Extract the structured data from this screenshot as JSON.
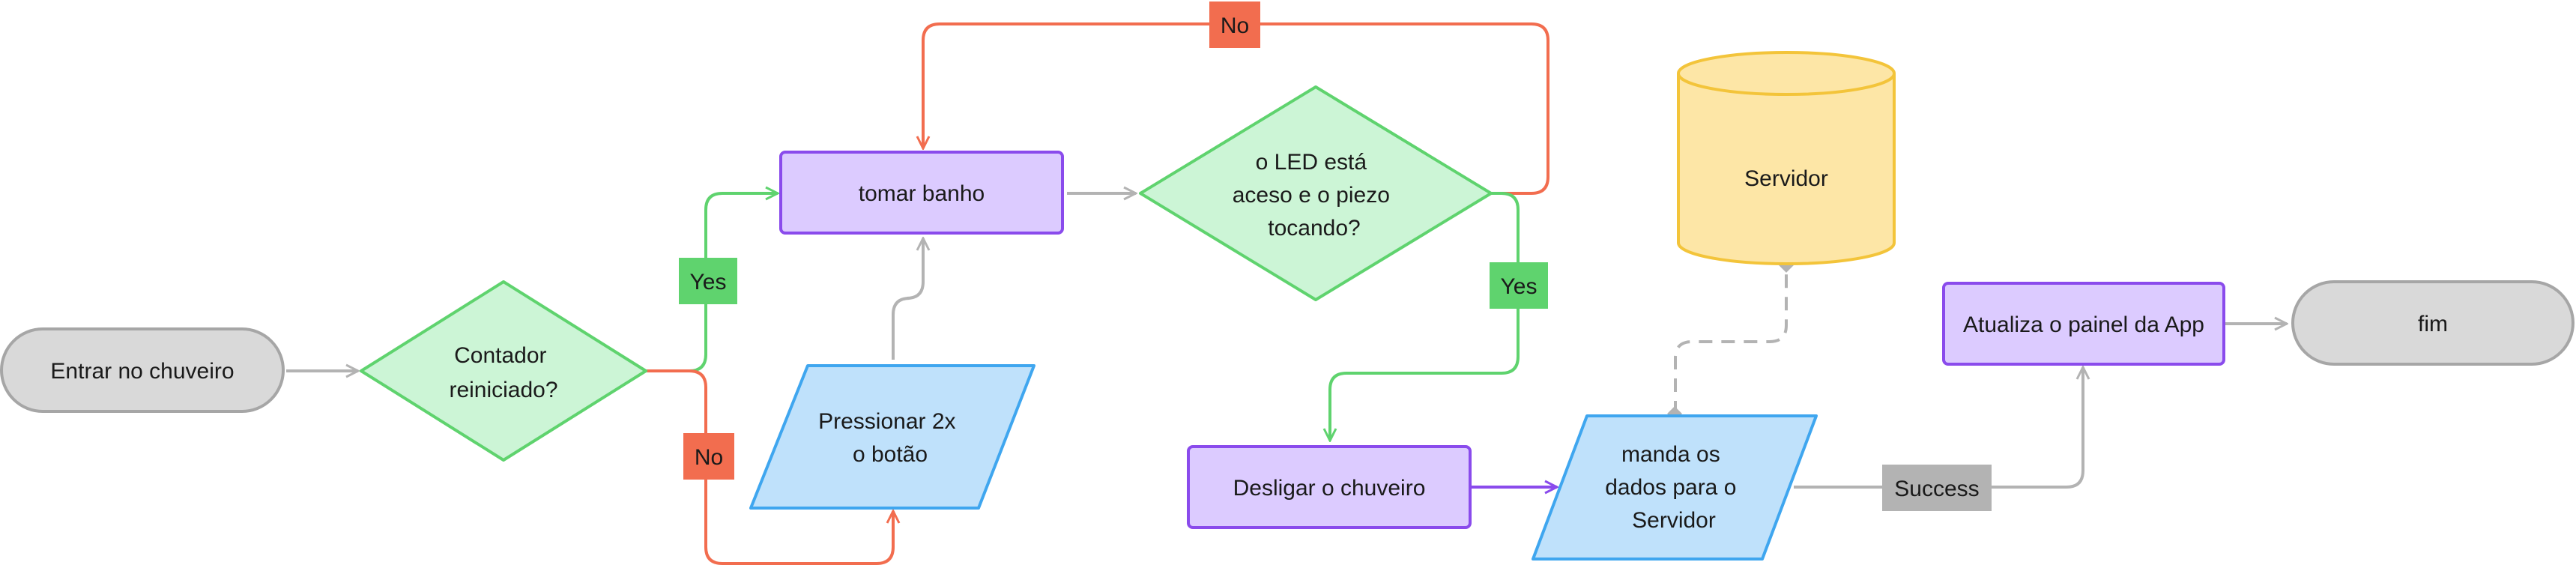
{
  "nodes": {
    "start": "Entrar no chuveiro",
    "decision_counter": [
      "Contador",
      "reiniciado?"
    ],
    "shower": "tomar banho",
    "press_button": [
      "Pressionar 2x",
      "o botão"
    ],
    "decision_led": [
      "o LED está",
      "aceso e o piezo",
      "tocando?"
    ],
    "turn_off": "Desligar o chuveiro",
    "send_data": [
      "manda os",
      "dados para o",
      "Servidor"
    ],
    "server": "Servidor",
    "update_app": "Atualiza o painel da App",
    "end": "fim"
  },
  "edge_labels": {
    "counter_yes": "Yes",
    "counter_no": "No",
    "led_no": "No",
    "led_yes": "Yes",
    "success": "Success"
  },
  "colors": {
    "terminal_fill": "#d9d9d9",
    "terminal_stroke": "#a6a6a6",
    "decision_fill": "#ccf5d6",
    "decision_stroke": "#5fd36e",
    "process_fill": "#dccbff",
    "process_stroke": "#8a4bec",
    "io_fill": "#bfe1fb",
    "io_stroke": "#3fa6ef",
    "db_fill": "#fde6a6",
    "db_stroke": "#f3c43a",
    "green_line": "#5fd36e",
    "red_line": "#f26d4f",
    "grey_line": "#b3b3b3",
    "purple_line": "#8a4bec",
    "yes_tag": "#5fd36e",
    "no_tag": "#f26d4f",
    "success_tag": "#b3b3b3"
  }
}
